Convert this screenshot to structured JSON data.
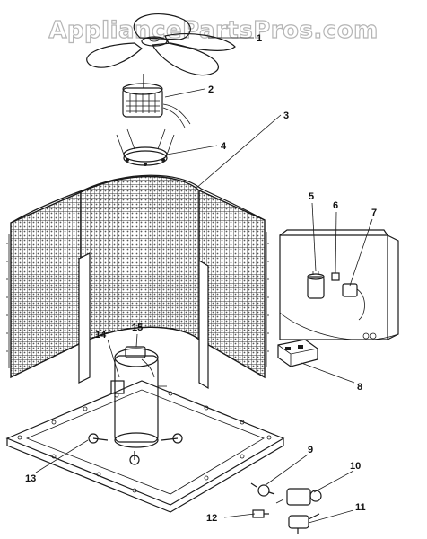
{
  "watermark": "AppliancePartsPros.com",
  "colors": {
    "ink": "#1a1a1a",
    "paper": "#ffffff",
    "watermark_outline": "#b5b5b5"
  },
  "callouts": [
    {
      "id": "1",
      "label": "1"
    },
    {
      "id": "2",
      "label": "2"
    },
    {
      "id": "3",
      "label": "3"
    },
    {
      "id": "4",
      "label": "4"
    },
    {
      "id": "5",
      "label": "5"
    },
    {
      "id": "6",
      "label": "6"
    },
    {
      "id": "7",
      "label": "7"
    },
    {
      "id": "8",
      "label": "8"
    },
    {
      "id": "9",
      "label": "9"
    },
    {
      "id": "10",
      "label": "10"
    },
    {
      "id": "11",
      "label": "11"
    },
    {
      "id": "12",
      "label": "12"
    },
    {
      "id": "13",
      "label": "13"
    },
    {
      "id": "14",
      "label": "14"
    },
    {
      "id": "15",
      "label": "15"
    }
  ]
}
